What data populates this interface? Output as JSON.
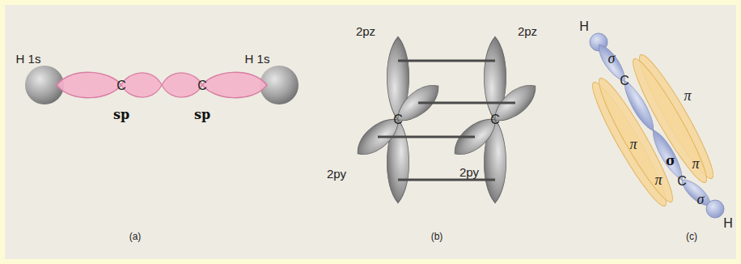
{
  "diagram": {
    "labels": [
      "H 1s",
      "C",
      "C",
      "H 1s",
      "sp",
      "sp",
      "(a)",
      "2pz",
      "2pz",
      "2py",
      "2py",
      "C",
      "C",
      "(b)",
      "H",
      "σ",
      "C",
      "π",
      "π",
      "σ",
      "π",
      "π",
      "C",
      "σ",
      "H",
      "(c)"
    ]
  }
}
